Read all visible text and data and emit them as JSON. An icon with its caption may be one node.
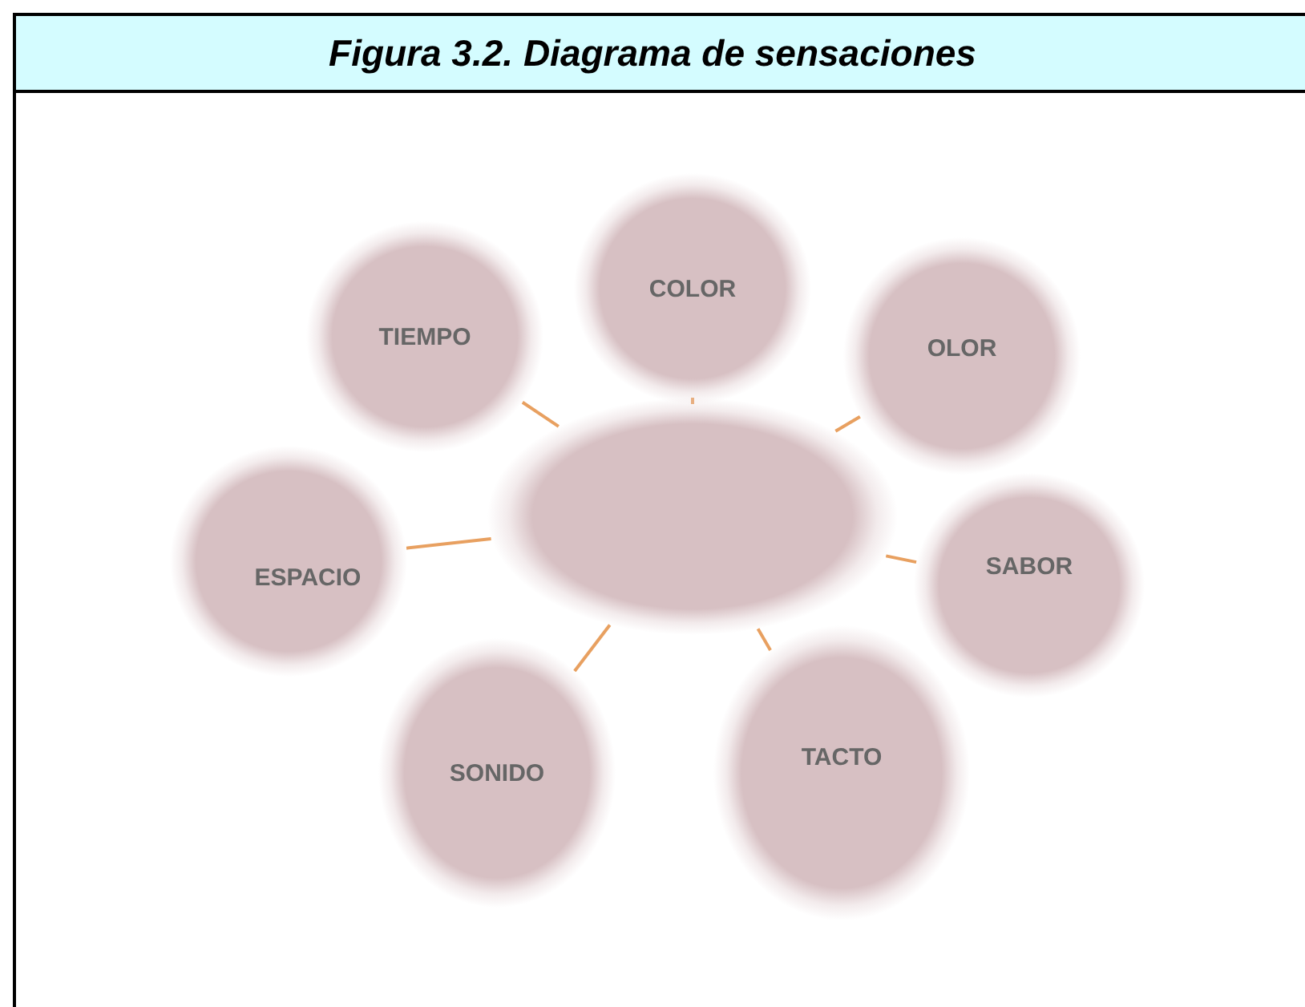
{
  "diagram": {
    "title": "Figura 3.2. Diagrama de sensaciones",
    "nodes": [
      {
        "text": [
          "COLOR"
        ]
      },
      {
        "text": [
          "TIEMPO"
        ]
      },
      {
        "text": [
          "OLOR"
        ]
      },
      {
        "text": [],
        "shape": "ellipse"
      },
      {
        "text": [
          "SABOR"
        ]
      },
      {
        "text": [
          "ESPACIO"
        ]
      },
      {
        "text": [
          "TACTO"
        ]
      },
      {
        "text": [
          "SONIDO"
        ]
      }
    ],
    "edges": [
      {
        "from": 3,
        "to": 0,
        "arrow": "none",
        "color": "#e8a060"
      },
      {
        "from": 3,
        "to": 1,
        "arrow": "none",
        "color": "#e8a060"
      },
      {
        "from": 3,
        "to": 2,
        "arrow": "none",
        "color": "#e8a060"
      },
      {
        "from": 3,
        "to": 4,
        "arrow": "none",
        "color": "#e8a060"
      },
      {
        "from": 3,
        "to": 5,
        "arrow": "none",
        "color": "#e8a060"
      },
      {
        "from": 3,
        "to": 6,
        "arrow": "none",
        "color": "#e8a060"
      },
      {
        "from": 3,
        "to": 7,
        "arrow": "none",
        "color": "#e8a060"
      }
    ]
  }
}
